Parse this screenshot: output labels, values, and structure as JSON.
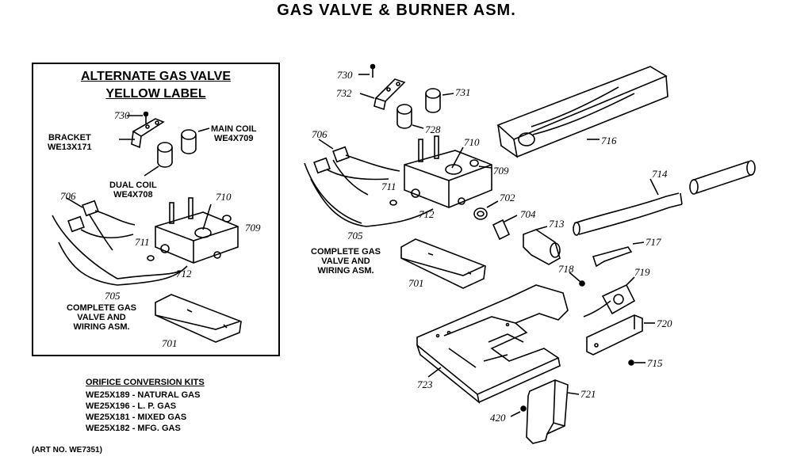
{
  "title": "GAS VALVE & BURNER ASM.",
  "inset": {
    "title_line1": "ALTERNATE GAS VALVE",
    "title_line2": "YELLOW LABEL",
    "bracket_label": "BRACKET",
    "bracket_part": "WE13X171",
    "main_coil_label": "MAIN COIL",
    "main_coil_part": "WE4X709",
    "dual_coil_label": "DUAL COIL",
    "dual_coil_part": "WE4X708",
    "assembly_line1": "COMPLETE GAS",
    "assembly_line2": "VALVE AND",
    "assembly_line3": "WIRING ASM.",
    "callouts": {
      "c730": "730",
      "c706": "706",
      "c710": "710",
      "c709": "709",
      "c711": "711",
      "c712": "712",
      "c705": "705",
      "c701": "701"
    }
  },
  "orifice_kits": {
    "heading": "ORIFICE CONVERSION KITS",
    "rows": [
      "WE25X189 - NATURAL GAS",
      "WE25X196 - L. P. GAS",
      "WE25X181 - MIXED GAS",
      "WE25X182 - MFG. GAS"
    ]
  },
  "art_no": "(ART NO. WE7351)",
  "main": {
    "assembly_line1": "COMPLETE GAS",
    "assembly_line2": "VALVE AND",
    "assembly_line3": "WIRING ASM.",
    "callouts": {
      "c730": "730",
      "c732": "732",
      "c731": "731",
      "c728": "728",
      "c706": "706",
      "c710": "710",
      "c709": "709",
      "c711": "711",
      "c712": "712",
      "c702": "702",
      "c704": "704",
      "c713": "713",
      "c705": "705",
      "c701": "701",
      "c716": "716",
      "c714": "714",
      "c717": "717",
      "c718": "718",
      "c719": "719",
      "c720": "720",
      "c715": "715",
      "c723": "723",
      "c721": "721",
      "c420": "420"
    }
  }
}
